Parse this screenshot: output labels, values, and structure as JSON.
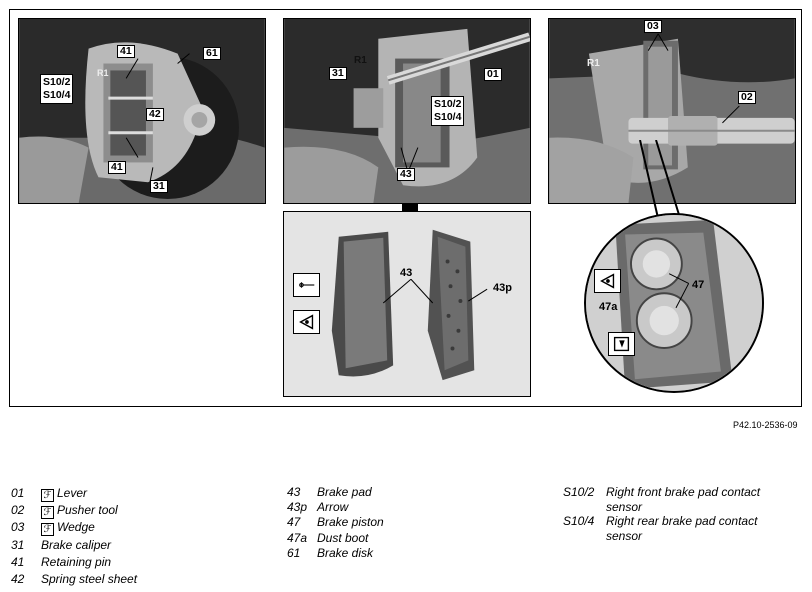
{
  "figure_reference": "P42.10-2536-09",
  "callouts": {
    "p1_41_top": "41",
    "p1_61": "61",
    "p1_s10_2": "S10/2",
    "p1_s10_4": "S10/4",
    "p1_42": "42",
    "p1_41_bottom": "41",
    "p1_31": "31",
    "p1_r1": "R1",
    "p2_31": "31",
    "p2_01": "01",
    "p2_s10_2": "S10/2",
    "p2_s10_4": "S10/4",
    "p2_43": "43",
    "p2_r1": "R1",
    "p3_03": "03",
    "p3_02": "02",
    "p3_r1": "R1",
    "p4_43": "43",
    "p4_43p": "43p",
    "p5_47": "47",
    "p5_47a": "47a"
  },
  "symbols": [
    "sensor-wire-symbol",
    "pad-wear-symbol",
    "note-symbol"
  ],
  "legend": {
    "col1": [
      {
        "code": "01",
        "tool": true,
        "label": "Lever"
      },
      {
        "code": "02",
        "tool": true,
        "label": "Pusher tool"
      },
      {
        "code": "03",
        "tool": true,
        "label": "Wedge"
      },
      {
        "code": "31",
        "tool": false,
        "label": "Brake caliper"
      },
      {
        "code": "41",
        "tool": false,
        "label": "Retaining pin"
      },
      {
        "code": "42",
        "tool": false,
        "label": "Spring steel sheet"
      }
    ],
    "col2": [
      {
        "code": "43",
        "label": "Brake pad"
      },
      {
        "code": "43p",
        "label": "Arrow"
      },
      {
        "code": "47",
        "label": "Brake piston"
      },
      {
        "code": "47a",
        "label": "Dust boot"
      },
      {
        "code": "61",
        "label": "Brake disk"
      }
    ],
    "col3": [
      {
        "code": "S10/2",
        "label": "Right front brake pad contact",
        "label2": "sensor"
      },
      {
        "code": "S10/4",
        "label": "Right rear brake pad contact",
        "label2": "sensor"
      }
    ],
    "tool_glyph": "ℱ"
  }
}
